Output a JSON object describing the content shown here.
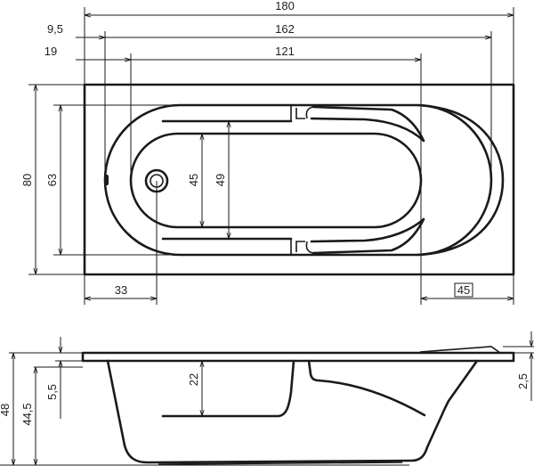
{
  "top_view": {
    "dims": {
      "overall_length": "180",
      "rim_offset": "9,5",
      "inner_length": "162",
      "rim_offset_2": "19",
      "floor_length": "121",
      "overall_width": "80",
      "inner_width": "63",
      "floor_width": "45",
      "armrest_gap": "49",
      "drain_offset": "33",
      "right_offset_boxed": "45"
    }
  },
  "side_view": {
    "dims": {
      "total_height": "48",
      "body_height": "44,5",
      "rim_height": "5,5",
      "step_depth": "22",
      "rim_thickness": "2,5"
    }
  },
  "colors": {
    "line": "#1a1a1a",
    "background": "#ffffff"
  }
}
